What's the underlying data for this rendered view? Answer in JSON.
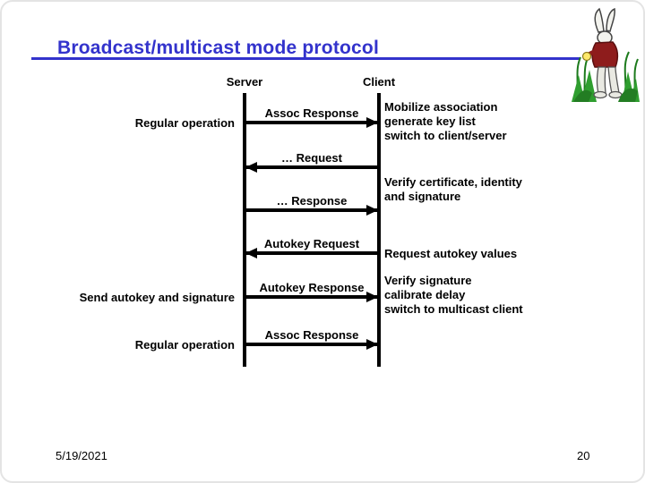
{
  "slide": {
    "title": "Broadcast/multicast mode protocol",
    "footer": {
      "date": "5/19/2021",
      "page_number": "20"
    }
  },
  "colors": {
    "title_blue": "#3333cc",
    "diagram_black": "#000000",
    "background": "#ffffff"
  },
  "decorations": {
    "rabbit_icon": "white-rabbit-illustration"
  },
  "diagram": {
    "lifelines": {
      "server": "Server",
      "client": "Client"
    },
    "messages": [
      {
        "label": "Assoc Response",
        "direction": "right"
      },
      {
        "label": "… Request",
        "direction": "left"
      },
      {
        "label": "… Response",
        "direction": "right"
      },
      {
        "label": "Autokey Request",
        "direction": "left"
      },
      {
        "label": "Autokey Response",
        "direction": "right"
      },
      {
        "label": "Assoc Response",
        "direction": "right"
      }
    ],
    "server_annotations": [
      {
        "label": "Regular operation"
      },
      {
        "label": "Send autokey and signature"
      },
      {
        "label": "Regular operation"
      }
    ],
    "client_annotations": [
      {
        "text": "Mobilize association\ngenerate key list\nswitch to client/server"
      },
      {
        "text": "Verify certificate, identity\nand signature"
      },
      {
        "text": "Request autokey values"
      },
      {
        "text": "Verify signature\ncalibrate delay\nswitch to multicast client"
      }
    ]
  }
}
